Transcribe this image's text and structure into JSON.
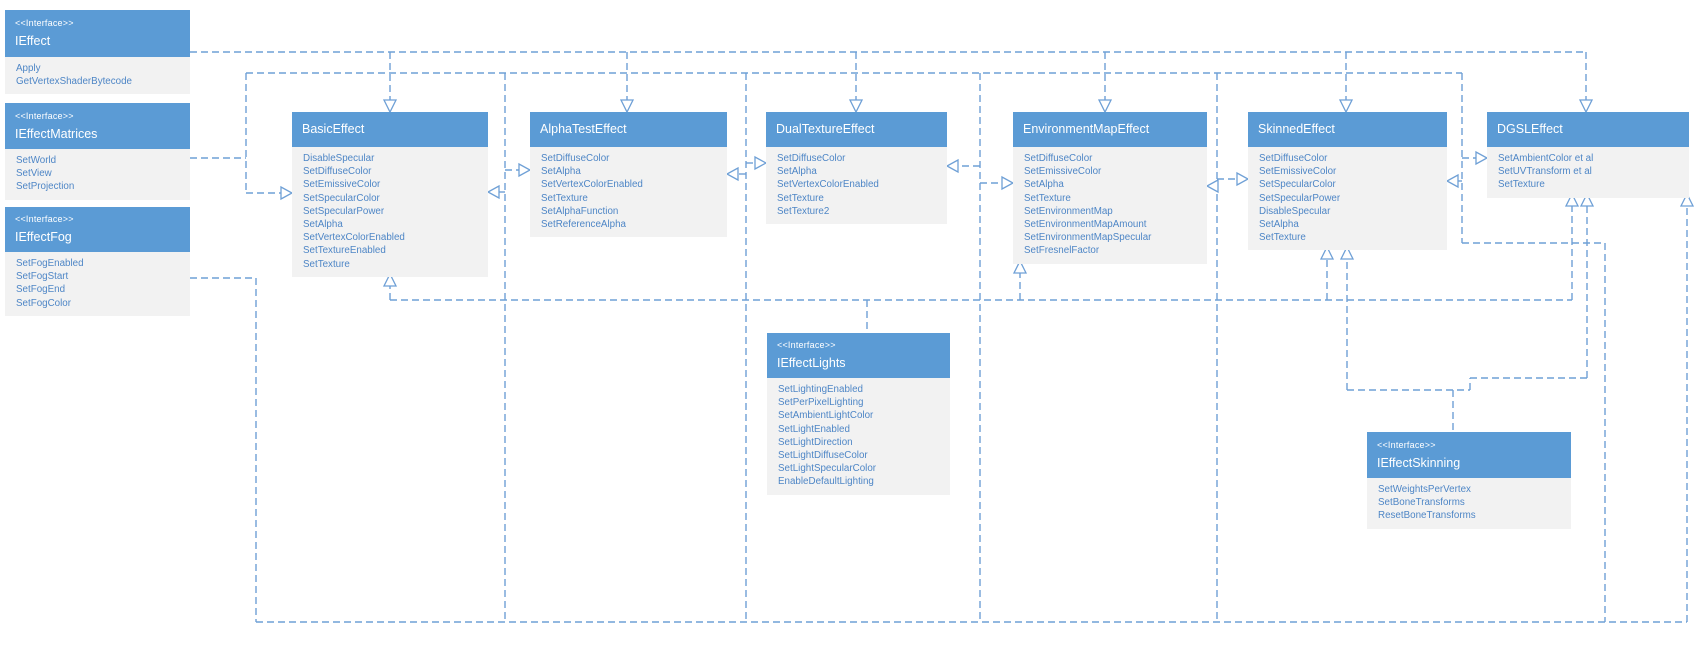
{
  "diagram": {
    "stereotype_label": "<<Interface>>",
    "colors": {
      "title_bar": "#5B9BD5",
      "body_background": "#F2F2F2",
      "method_text": "#4E86C6",
      "connector_line": "#6FA0D6"
    },
    "boxes": {
      "ieffect": {
        "stereotype": "<<Interface>>",
        "name": "IEffect",
        "methods": [
          "Apply",
          "GetVertexShaderBytecode"
        ]
      },
      "ieffectmatrices": {
        "stereotype": "<<Interface>>",
        "name": "IEffectMatrices",
        "methods": [
          "SetWorld",
          "SetView",
          "SetProjection"
        ]
      },
      "ieffectfog": {
        "stereotype": "<<Interface>>",
        "name": "IEffectFog",
        "methods": [
          "SetFogEnabled",
          "SetFogStart",
          "SetFogEnd",
          "SetFogColor"
        ]
      },
      "basiceffect": {
        "name": "BasicEffect",
        "methods": [
          "DisableSpecular",
          "SetDiffuseColor",
          "SetEmissiveColor",
          "SetSpecularColor",
          "SetSpecularPower",
          "SetAlpha",
          "SetVertexColorEnabled",
          "SetTextureEnabled",
          "SetTexture"
        ]
      },
      "alphatesteffect": {
        "name": "AlphaTestEffect",
        "methods": [
          "SetDiffuseColor",
          "SetAlpha",
          "SetVertexColorEnabled",
          "SetTexture",
          "SetAlphaFunction",
          "SetReferenceAlpha"
        ]
      },
      "dualtextureeffect": {
        "name": "DualTextureEffect",
        "methods": [
          "SetDiffuseColor",
          "SetAlpha",
          "SetVertexColorEnabled",
          "SetTexture",
          "SetTexture2"
        ]
      },
      "environmentmapeffect": {
        "name": "EnvironmentMapEffect",
        "methods": [
          "SetDiffuseColor",
          "SetEmissiveColor",
          "SetAlpha",
          "SetTexture",
          "SetEnvironmentMap",
          "SetEnvironmentMapAmount",
          "SetEnvironmentMapSpecular",
          "SetFresnelFactor"
        ]
      },
      "skinnedeffect": {
        "name": "SkinnedEffect",
        "methods": [
          "SetDiffuseColor",
          "SetEmissiveColor",
          "SetSpecularColor",
          "SetSpecularPower",
          "DisableSpecular",
          "SetAlpha",
          "SetTexture"
        ]
      },
      "dgsleffect": {
        "name": "DGSLEffect",
        "methods": [
          "SetAmbientColor et al",
          "SetUVTransform et al",
          "SetTexture"
        ]
      },
      "ieffectlights": {
        "stereotype": "<<Interface>>",
        "name": "IEffectLights",
        "methods": [
          "SetLightingEnabled",
          "SetPerPixelLighting",
          "SetAmbientLightColor",
          "SetLightEnabled",
          "SetLightDirection",
          "SetLightDiffuseColor",
          "SetLightSpecularColor",
          "EnableDefaultLighting"
        ]
      },
      "ieffectskinning": {
        "stereotype": "<<Interface>>",
        "name": "IEffectSkinning",
        "methods": [
          "SetWeightsPerVertex",
          "SetBoneTransforms",
          "ResetBoneTransforms"
        ]
      }
    }
  }
}
